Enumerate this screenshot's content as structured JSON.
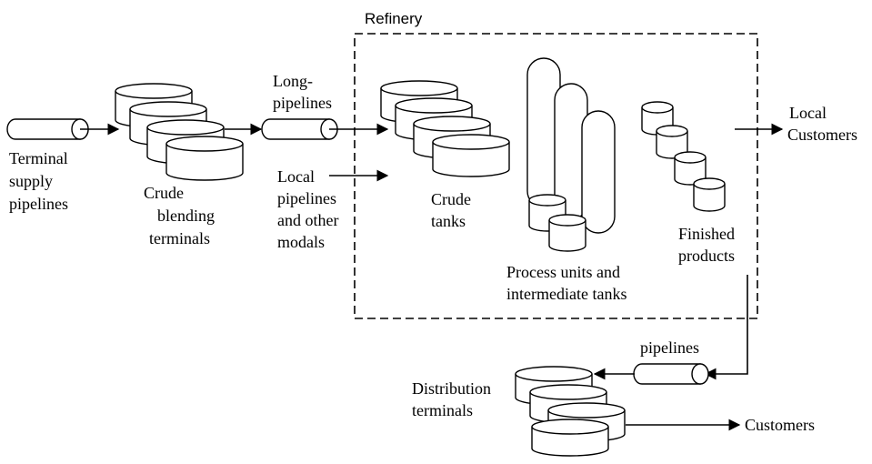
{
  "diagram": {
    "title": "Refinery",
    "labels": {
      "terminal_supply": [
        "Terminal",
        "supply",
        "pipelines"
      ],
      "crude_blending": [
        "Crude",
        "blending",
        "terminals"
      ],
      "long_pipelines": [
        "Long-",
        "pipelines"
      ],
      "local_pipelines": [
        "Local",
        "pipelines",
        "and other",
        "modals"
      ],
      "crude_tanks": [
        "Crude",
        "tanks"
      ],
      "process_units": [
        "Process units and",
        "intermediate tanks"
      ],
      "finished_products": [
        "Finished",
        "products"
      ],
      "local_customers": [
        "Local",
        "Customers"
      ],
      "pipelines": "pipelines",
      "distribution_terminals": [
        "Distribution",
        "terminals"
      ],
      "customers": "Customers"
    }
  }
}
